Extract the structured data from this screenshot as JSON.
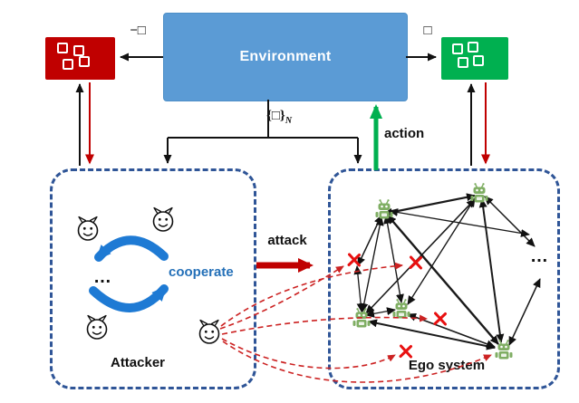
{
  "environment": {
    "label": "Environment"
  },
  "reward_modules": {
    "attacker": {
      "label": "−□",
      "color": "#C00000"
    },
    "ego": {
      "label": "□",
      "color": "#00B050"
    }
  },
  "observation": {
    "label": "{□}",
    "subscript": "N"
  },
  "action_label": "action",
  "attack_label": "attack",
  "attacker_group": {
    "title": "Attacker",
    "cooperate_label": "cooperate",
    "ellipsis": "…"
  },
  "ego_group": {
    "title": "Ego system",
    "ellipsis": "…"
  },
  "colors": {
    "environment_blue": "#5B9BD5",
    "attacker_red": "#C00000",
    "ego_green": "#00B050",
    "dashed_border_blue": "#2F5597",
    "cooperate_arrow_blue": "#1E7AD4",
    "attack_arrow_red": "#C00000",
    "x_mark_red": "#E81010",
    "robot_green": "#7FAE63"
  }
}
